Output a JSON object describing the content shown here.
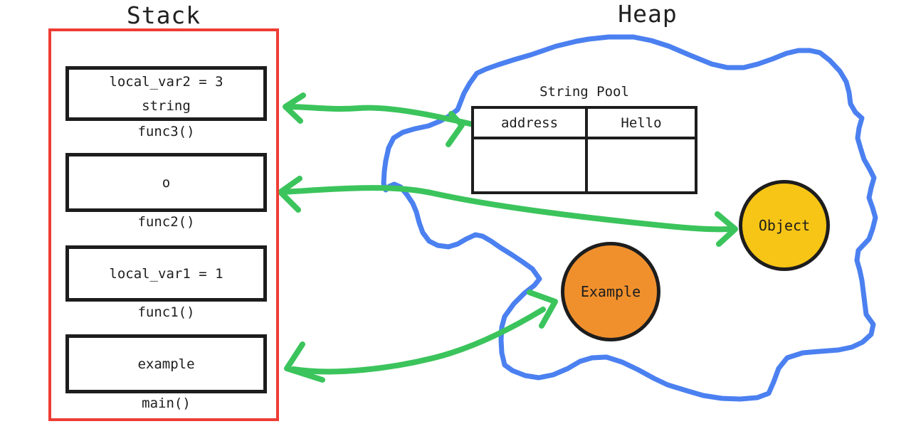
{
  "colors": {
    "stack_border": "#EE3D35",
    "heap_outline": "#4B80F0",
    "arrow": "#3BC45C",
    "object_fill": "#F7C515",
    "example_fill": "#F0902D",
    "ink": "#1D1D1D"
  },
  "stack": {
    "title": "Stack",
    "frames": [
      {
        "lines": [
          "local_var2 = 3",
          "string"
        ],
        "function_label": "func3()"
      },
      {
        "lines": [
          "o"
        ],
        "function_label": "func2()"
      },
      {
        "lines": [
          "local_var1 = 1"
        ],
        "function_label": "func1()"
      },
      {
        "lines": [
          "example"
        ],
        "function_label": "main()"
      }
    ]
  },
  "heap": {
    "title": "Heap",
    "string_pool": {
      "title": "String Pool",
      "header": [
        "address",
        "Hello"
      ],
      "rows": [
        [
          "",
          ""
        ]
      ]
    },
    "objects": [
      {
        "label": "Object"
      },
      {
        "label": "Example"
      }
    ]
  },
  "arrows": [
    {
      "from": "string (func3 frame)",
      "to": "String Pool",
      "bidirectional": true
    },
    {
      "from": "o (func2 frame)",
      "to": "Object",
      "bidirectional": true
    },
    {
      "from": "example (main frame)",
      "to": "Example",
      "bidirectional": true
    }
  ]
}
